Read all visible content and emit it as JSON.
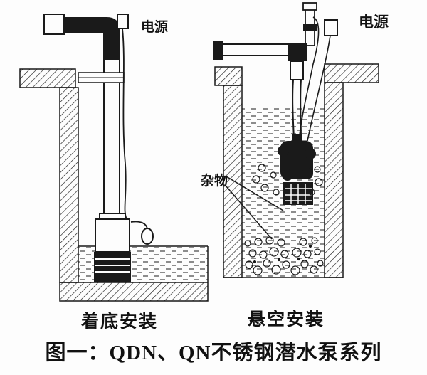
{
  "figure": {
    "title_caption": "图一：QDN、QN不锈钢潜水泵系列",
    "left_diagram": {
      "power_label": "电源",
      "caption": "着底安装"
    },
    "right_diagram": {
      "power_label": "电源",
      "debris_label": "杂物",
      "caption": "悬空安装"
    },
    "colors": {
      "ink": "#1a1a1a",
      "paper": "#fdfdfd"
    }
  }
}
